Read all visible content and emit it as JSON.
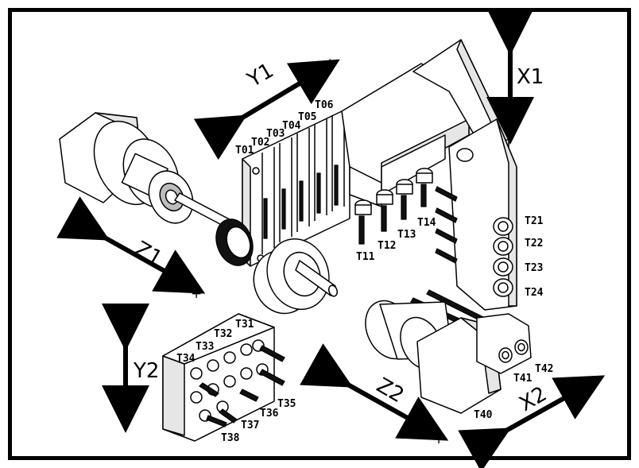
{
  "axes": {
    "x1": {
      "label": "X1",
      "plus": "+",
      "minus": "−"
    },
    "y1": {
      "label": "Y1",
      "plus": "+",
      "minus": "−"
    },
    "z1": {
      "label": "Z1",
      "plus": "+",
      "minus": "−"
    },
    "y2": {
      "label": "Y2",
      "plus": "+",
      "minus": "−"
    },
    "z2": {
      "label": "Z2",
      "plus": "+",
      "minus": "−"
    },
    "x2": {
      "label": "X2",
      "plus": "+",
      "minus": "−"
    }
  },
  "tools": {
    "gang": [
      "T01",
      "T02",
      "T03",
      "T04",
      "T05",
      "T06"
    ],
    "drill_head": [
      "T11",
      "T12",
      "T13",
      "T14"
    ],
    "side_block": [
      "T21",
      "T22",
      "T23",
      "T24"
    ],
    "y2_block": [
      "T31",
      "T32",
      "T33",
      "T34",
      "T35",
      "T36",
      "T37",
      "T38"
    ],
    "sub_head": [
      "T40",
      "T41",
      "T42"
    ]
  }
}
